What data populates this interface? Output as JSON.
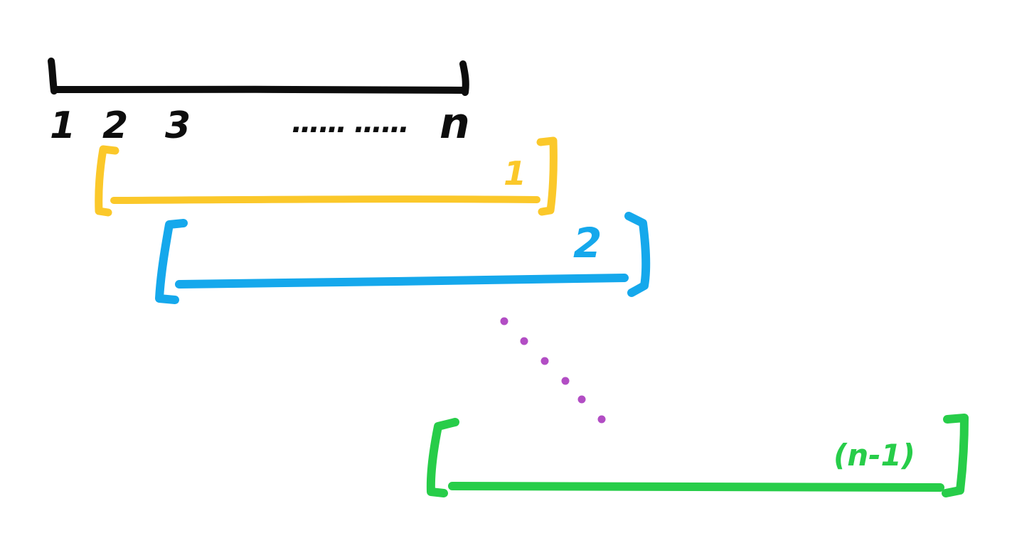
{
  "colors": {
    "ink": "#0d0d0d",
    "window_1": "#fbc82a",
    "window_2": "#15a8ec",
    "window_n_minus_1": "#27cd49",
    "dots": "#b24dc4"
  },
  "number_line": {
    "ticks": [
      "1",
      "2",
      "3"
    ],
    "ellipsis": "…… ……",
    "end_label": "n"
  },
  "windows": [
    {
      "label": "1"
    },
    {
      "label": "2"
    },
    {
      "label": "(n-1)"
    }
  ]
}
